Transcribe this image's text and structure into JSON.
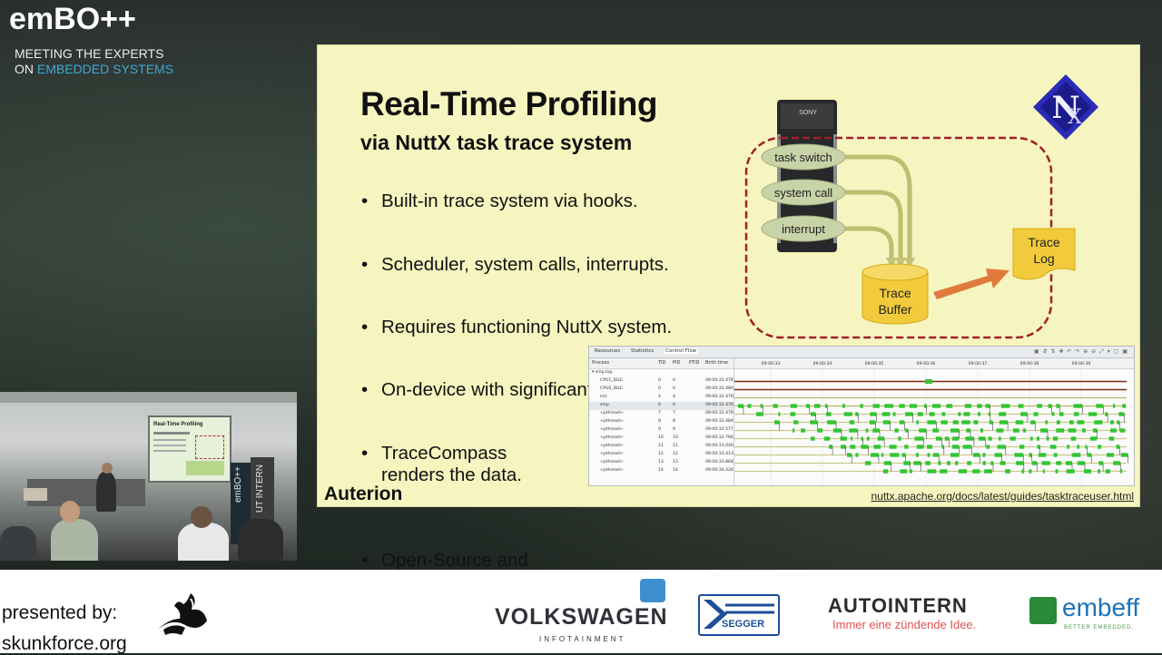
{
  "brand": {
    "logo": "emBO++",
    "tagline_line1": "MEETING THE EXPERTS",
    "tagline_line2_prefix": "ON ",
    "tagline_line2_accent": "EMBEDDED SYSTEMS"
  },
  "slide": {
    "title": "Real-Time Profiling",
    "subtitle": "via NuttX task trace system",
    "bullets": [
      "Built-in trace system via hooks.",
      "Scheduler, system calls, interrupts.",
      "Requires functioning NuttX system.",
      "On-device with significant overhead!",
      "TraceCompass renders the data.",
      "Open-Source and well supported."
    ],
    "footer_logo": "Auterion",
    "reference_url": "nuttx.apache.org/docs/latest/guides/tasktraceuser.html",
    "diagram": {
      "board_label": "SONY",
      "sources": [
        "task switch",
        "system call",
        "interrupt"
      ],
      "buffer_line1": "Trace",
      "buffer_line2": "Buffer",
      "log_line1": "Trace",
      "log_line2": "Log",
      "colors": {
        "region_border": "#a0202a",
        "pill": "#c9d3a8",
        "buffer": "#f2cb3c",
        "arrow": "#e07a3c"
      }
    },
    "trace_compass": {
      "tabs": [
        "Resources",
        "Statistics",
        "Control Flow"
      ],
      "active_tab": "Control Flow",
      "columns": [
        "Process",
        "TID",
        "PID",
        "PTID",
        "Birth time"
      ],
      "time_ticks": [
        "09:00:33",
        "09:00:34",
        "09:00:35",
        "09:00:36",
        "09:00:37",
        "09:00:38",
        "09:00:39"
      ],
      "root": "smp.log",
      "rows": [
        {
          "process": "CPU1_IDLE",
          "tid": "0",
          "pid": "0",
          "birth": "09:00:32.478"
        },
        {
          "process": "CPU0_IDLE",
          "tid": "0",
          "pid": "0",
          "birth": "09:00:32.480"
        },
        {
          "process": "init",
          "tid": "4",
          "pid": "4",
          "birth": "09:00:32.478"
        },
        {
          "process": "smp",
          "tid": "6",
          "pid": "6",
          "birth": "09:00:32.478"
        },
        {
          "process": "<pthread>",
          "tid": "7",
          "pid": "7",
          "birth": "09:00:32.478"
        },
        {
          "process": "<pthread>",
          "tid": "8",
          "pid": "8",
          "birth": "09:00:32.484"
        },
        {
          "process": "<pthread>",
          "tid": "9",
          "pid": "9",
          "birth": "09:00:32.577"
        },
        {
          "process": "<pthread>",
          "tid": "10",
          "pid": "10",
          "birth": "09:00:32.766"
        },
        {
          "process": "<pthread>",
          "tid": "11",
          "pid": "11",
          "birth": "09:00:33.040"
        },
        {
          "process": "<pthread>",
          "tid": "12",
          "pid": "12",
          "birth": "09:00:33.413"
        },
        {
          "process": "<pthread>",
          "tid": "13",
          "pid": "13",
          "birth": "09:00:33.868"
        },
        {
          "process": "<pthread>",
          "tid": "14",
          "pid": "14",
          "birth": "09:00:34.426"
        }
      ]
    }
  },
  "video": {
    "screen_title": "Real-Time Profiling",
    "banner1": "emBO++",
    "banner2": "UT INTERN"
  },
  "sponsors": {
    "presented_by": "presented by:",
    "presenter_site": "skunkforce.org",
    "volkswagen": "VOLKSWAGEN",
    "volkswagen_sub": "INFOTAINMENT",
    "segger": "SEGGER",
    "autointern": "AUTOINTERN",
    "autointern_tagline": "Immer eine zündende Idee.",
    "embeff": "embeff",
    "embeff_tagline": "BETTER EMBEDDED."
  }
}
